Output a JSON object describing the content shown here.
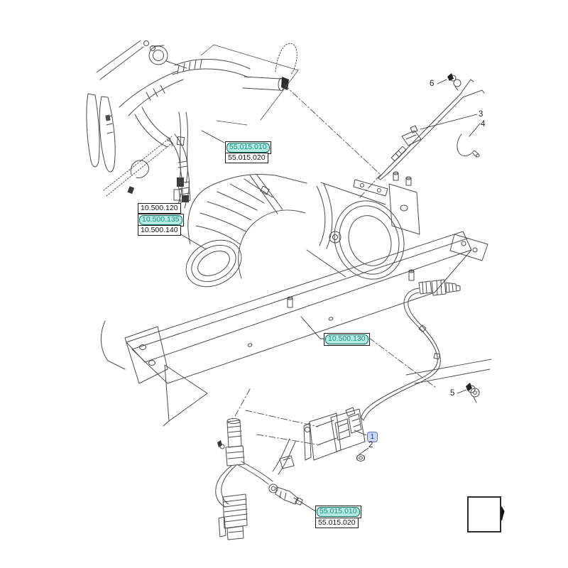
{
  "diagram": {
    "kind": "parts-catalog-exploded-diagram",
    "subject": "exhaust and sensor wiring installation"
  },
  "ref_labels": [
    {
      "id": "top-55-015-010",
      "text": "55.015.010",
      "highlighted": true
    },
    {
      "id": "top-55-015-020",
      "text": "55.015.020",
      "highlighted": false
    },
    {
      "id": "ref-10-500-120",
      "text": "10.500.120",
      "highlighted": false
    },
    {
      "id": "ref-10-500-135",
      "text": "10.500.135",
      "highlighted": true
    },
    {
      "id": "ref-10-500-140",
      "text": "10.500.140",
      "highlighted": false
    },
    {
      "id": "ref-10-500-130",
      "text": "10.500.130",
      "highlighted": true
    },
    {
      "id": "bottom-55-015-010",
      "text": "55.015.010",
      "highlighted": true
    },
    {
      "id": "bottom-55-015-020",
      "text": "55.015.020",
      "highlighted": false
    }
  ],
  "callouts": [
    "1",
    "2",
    "3",
    "4",
    "5",
    "6"
  ],
  "nav_icon": {
    "name": "back-arrow-icon",
    "glyph": "3d-arrow-left"
  },
  "colors": {
    "highlight_bg": "#b2ebe1",
    "highlight_border": "#0c6e61",
    "highlight_text": "#1d8c7f",
    "callout_pill_bg": "#ccd7f3",
    "callout_pill_border": "#5c72c9",
    "callout_pill_text": "#1c3cae",
    "line_art": "#4b4b4b",
    "label_border": "#1c1c1c",
    "background": "#ffffff"
  }
}
